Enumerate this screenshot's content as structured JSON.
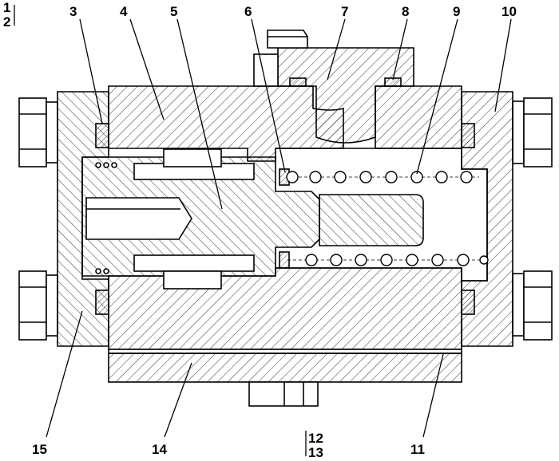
{
  "figure": {
    "callouts": [
      {
        "id": "c1",
        "text": "1"
      },
      {
        "id": "c2",
        "text": "2"
      },
      {
        "id": "c3",
        "text": "3"
      },
      {
        "id": "c4",
        "text": "4"
      },
      {
        "id": "c5",
        "text": "5"
      },
      {
        "id": "c6",
        "text": "6"
      },
      {
        "id": "c7",
        "text": "7"
      },
      {
        "id": "c8",
        "text": "8"
      },
      {
        "id": "c9",
        "text": "9"
      },
      {
        "id": "c10",
        "text": "10"
      },
      {
        "id": "c11",
        "text": "11"
      },
      {
        "id": "c12",
        "text": "12"
      },
      {
        "id": "c13",
        "text": "13"
      },
      {
        "id": "c14",
        "text": "14"
      },
      {
        "id": "c15",
        "text": "15"
      }
    ]
  },
  "colors": {
    "line": "#000000",
    "background": "#ffffff"
  }
}
